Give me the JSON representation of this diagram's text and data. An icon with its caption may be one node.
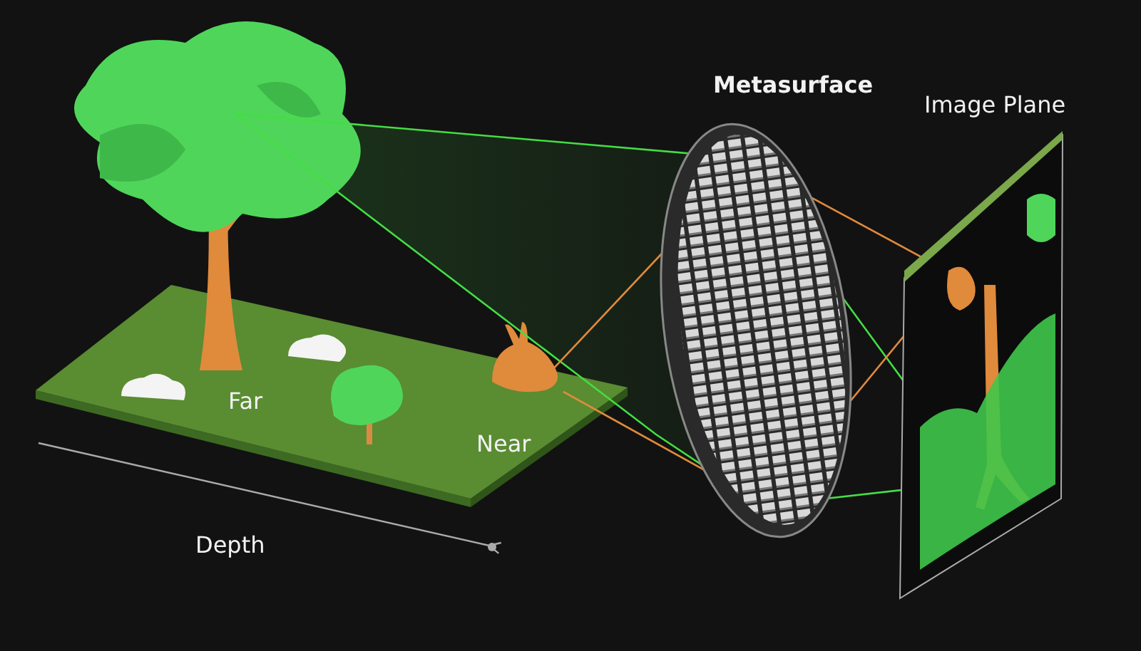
{
  "diagram": {
    "labels": [
      "Metasurface",
      "Image Plane",
      "Far",
      "Near",
      "Depth"
    ]
  }
}
